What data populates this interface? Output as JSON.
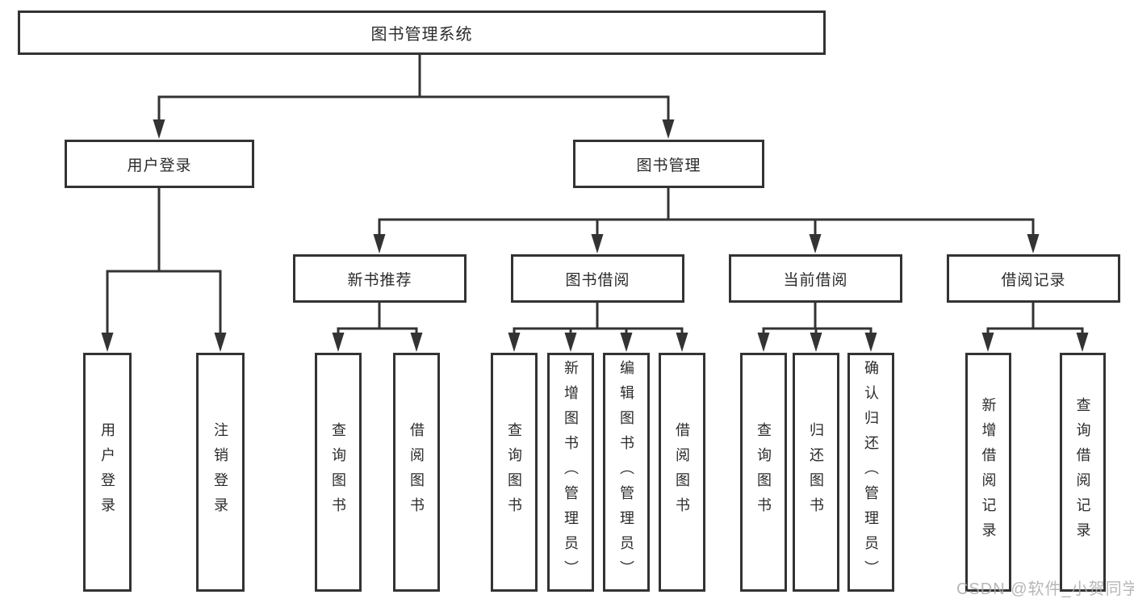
{
  "colors": {
    "line": "#333333",
    "border": "#333333",
    "text": "#2b2b2b",
    "watermark": "#ababab"
  },
  "watermark": "CSDN @软件_小贺同学",
  "nodes": {
    "root": "图书管理系统",
    "userLogin": {
      "label": "用户登录",
      "children": [
        "用户登录",
        "注销登录"
      ]
    },
    "bookMgmt": {
      "label": "图书管理"
    },
    "newBooks": {
      "label": "新书推荐",
      "children": [
        "查询图书",
        "借阅图书"
      ]
    },
    "bookBorrow": {
      "label": "图书借阅",
      "children": [
        "查询图书",
        "新增图书（管理员）",
        "编辑图书（管理员）",
        "借阅图书"
      ]
    },
    "currentBorrow": {
      "label": "当前借阅",
      "children": [
        "查询图书",
        "归还图书",
        "确认归还（管理员）"
      ]
    },
    "borrowRecords": {
      "label": "借阅记录",
      "children": [
        "新增借阅记录",
        "查询借阅记录"
      ]
    }
  }
}
